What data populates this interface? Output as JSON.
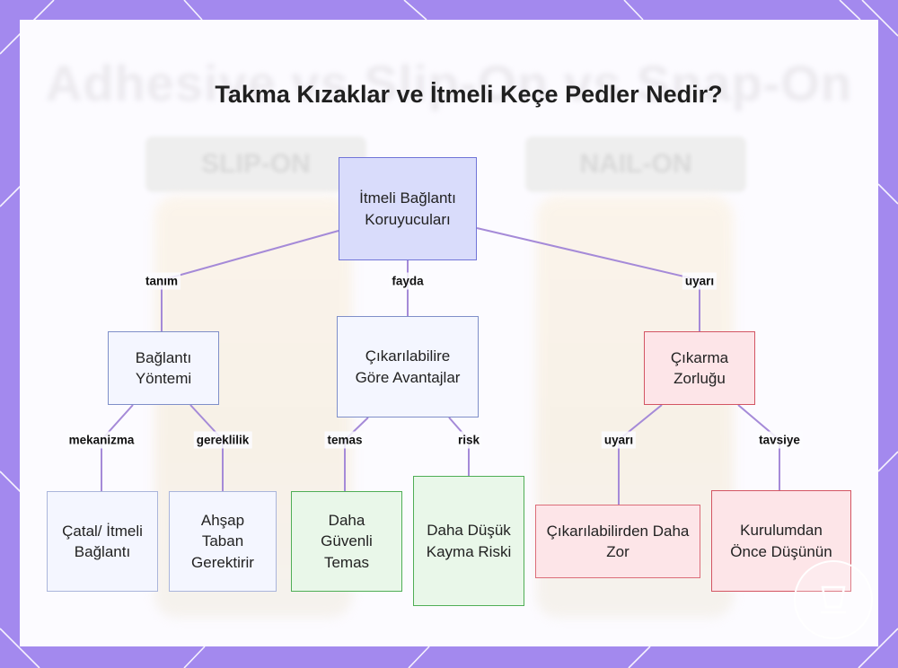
{
  "title": "Takma Kızaklar ve İtmeli Keçe Pedler Nedir?",
  "background": {
    "ghost_title": "Adhesive vs Slip-On vs Snap-On",
    "ghost_tags": [
      "SLIP-ON",
      "NAIL-ON"
    ]
  },
  "nodes": {
    "root": "İtmeli Bağlantı Koruyucuları",
    "connection_method": "Bağlantı Yöntemi",
    "advantages": "Çıkarılabilire Göre Avantajlar",
    "removal_difficulty": "Çıkarma Zorluğu",
    "fork_push": "Çatal/ İtmeli Bağlantı",
    "wood_base": "Ahşap Taban Gerektirir",
    "safer_contact": "Daha Güvenli Temas",
    "lower_slip": "Daha Düşük Kayma Riski",
    "harder_remove": "Çıkarılabilirden Daha Zor",
    "consider_before": "Kurulumdan Önce Düşünün"
  },
  "edge_labels": {
    "definition": "tanım",
    "benefit": "fayda",
    "warning_top": "uyarı",
    "mechanism": "mekanizma",
    "requirement": "gereklilik",
    "contact": "temas",
    "risk": "risk",
    "warning_bottom": "uyarı",
    "advice": "tavsiye"
  },
  "colors": {
    "frame": "#a389ee",
    "edge": "#a58ad8",
    "root_fill": "#d9dcfb",
    "green_border": "#4fae56",
    "red_border": "#d35563"
  },
  "icons": {
    "watermark": "cup-logo-icon"
  }
}
